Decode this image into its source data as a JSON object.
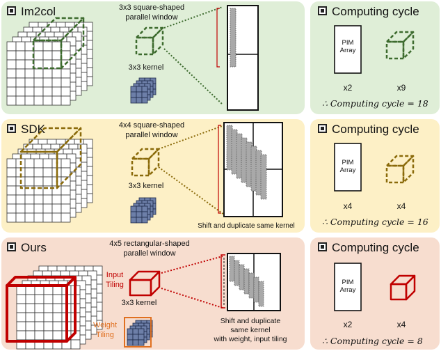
{
  "colors": {
    "im2col_bg": "#dfeed7",
    "sdk_bg": "#fdf0c6",
    "ours_bg": "#f7ddcf",
    "im2col_accent": "#3d6b2e",
    "sdk_accent": "#8a6a0a",
    "ours_accent": "#c00000",
    "weight_accent": "#e07020",
    "kernel_fill": "#6d7fa8"
  },
  "rows": [
    {
      "method": "Im2col",
      "window_caption": "3x3 square-shaped\nparallel window",
      "kernel_caption": "3x3 kernel",
      "cycle_title": "Computing cycle",
      "pim_label": "PIM\nArray",
      "pim_count": "x2",
      "window_count": "x9",
      "formula_text": "∴ Computing cycle = 18"
    },
    {
      "method": "SDK",
      "window_caption": "4x4 square-shaped\nparallel window",
      "kernel_caption": "3x3 kernel",
      "array_caption": "Shift and duplicate same kernel",
      "cycle_title": "Computing cycle",
      "pim_label": "PIM\nArray",
      "pim_count": "x4",
      "window_count": "x4",
      "formula_text": "∴ Computing cycle = 16"
    },
    {
      "method": "Ours",
      "window_caption": "4x5 rectangular-shaped\nparallel window",
      "kernel_caption": "3x3 kernel",
      "input_tiling_label": "Input\nTiling",
      "weight_tiling_label": "Weight\nTiling",
      "array_caption": "Shift and duplicate\nsame kernel\nwith weight, input tiling",
      "cycle_title": "Computing cycle",
      "pim_label": "PIM\nArray",
      "pim_count": "x2",
      "window_count": "x4",
      "formula_text": "∴ Computing cycle = 8"
    }
  ]
}
